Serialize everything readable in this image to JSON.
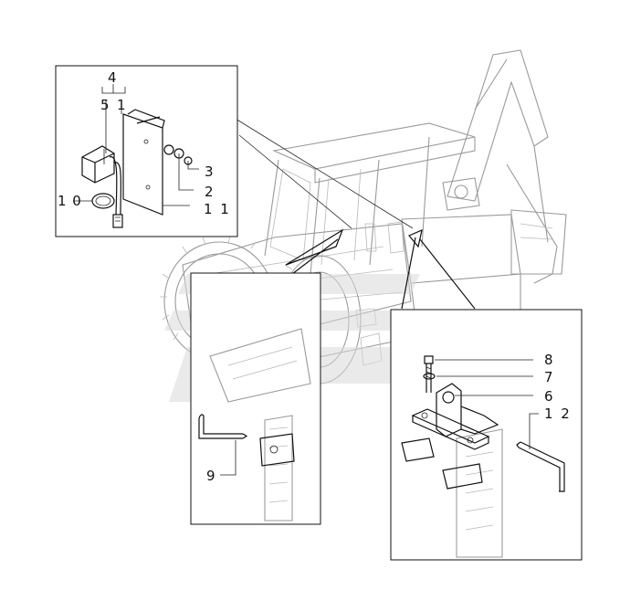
{
  "diagram": {
    "callouts": {
      "c4": "4",
      "c5": "5",
      "c1_top": "1",
      "c3": "3",
      "c2": "2",
      "c11": "1 1",
      "c10": "1 0",
      "c8": "8",
      "c7": "7",
      "c6": "6",
      "c12": "1 2",
      "c9": "9"
    }
  }
}
